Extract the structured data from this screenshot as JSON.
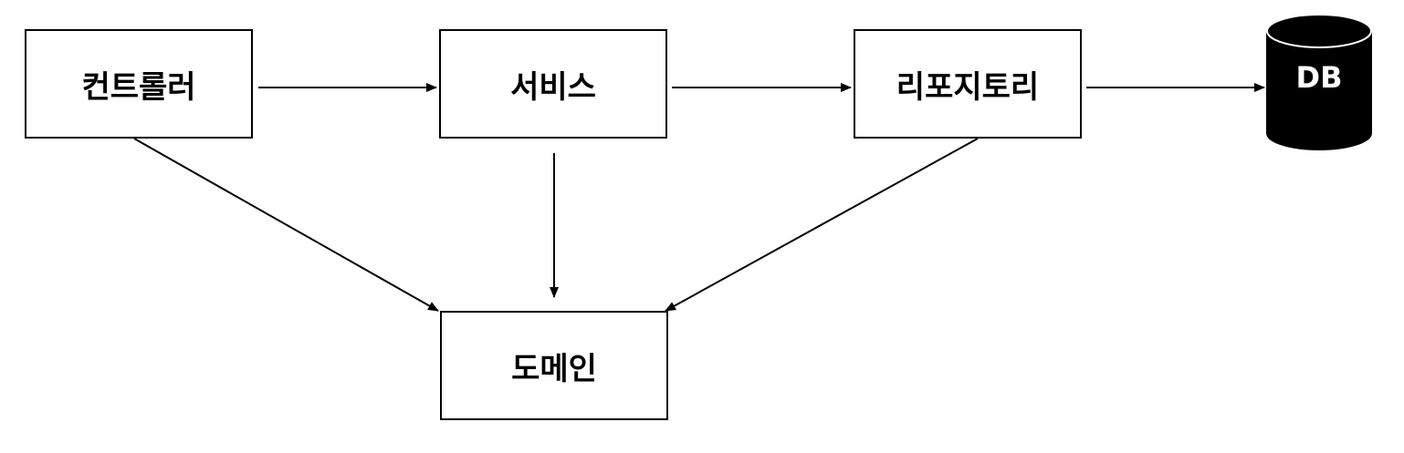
{
  "nodes": {
    "controller": "컨트롤러",
    "service": "서비스",
    "repository": "리포지토리",
    "domain": "도메인",
    "database": "DB"
  },
  "edges": [
    {
      "from": "controller",
      "to": "service"
    },
    {
      "from": "service",
      "to": "repository"
    },
    {
      "from": "repository",
      "to": "database"
    },
    {
      "from": "controller",
      "to": "domain"
    },
    {
      "from": "service",
      "to": "domain"
    },
    {
      "from": "repository",
      "to": "domain"
    }
  ],
  "colors": {
    "stroke": "#000000",
    "fill": "#ffffff",
    "db_fill": "#000000",
    "db_text": "#ffffff"
  }
}
